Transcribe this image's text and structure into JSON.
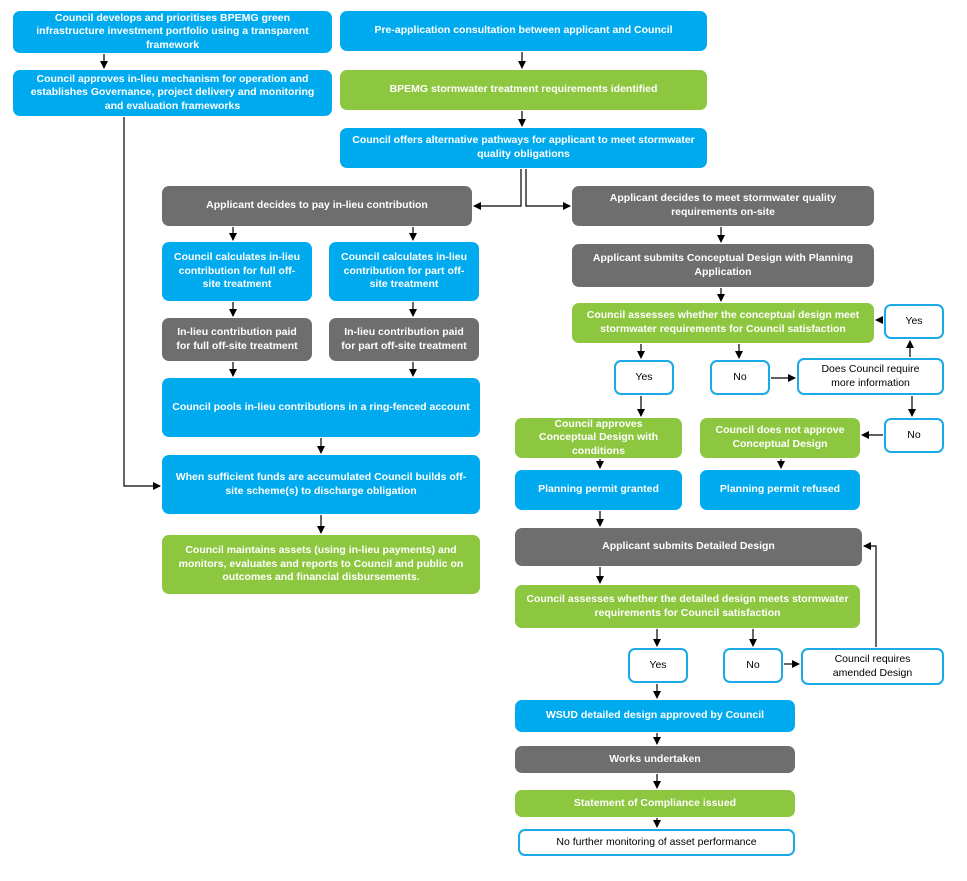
{
  "colors": {
    "blue": "#00aaee",
    "green": "#8dc63f",
    "grey": "#6e6e6e",
    "outline": "#1aaae6",
    "arrow": "#000000"
  },
  "nodes": {
    "portfolio": "Council develops and prioritises BPEMG green infrastructure investment portfolio using a transparent framework",
    "approves_mechanism": "Council approves in-lieu mechanism for operation and establishes Governance, project delivery and monitoring and evaluation frameworks",
    "pre_application": "Pre-application consultation between applicant and Council",
    "requirements_identified": "BPEMG stormwater treatment requirements identified",
    "alternative_pathways": "Council offers alternative pathways for applicant to meet stormwater quality obligations",
    "pay_in_lieu": "Applicant decides to pay in-lieu contribution",
    "meet_on_site": "Applicant decides to meet stormwater quality requirements on-site",
    "calc_full": "Council calculates in-lieu contribution for full off-site treatment",
    "calc_part": "Council calculates in-lieu contribution for part off-site treatment",
    "paid_full": "In-lieu contribution paid for full off-site treatment",
    "paid_part": "In-lieu contribution paid for part off-site treatment",
    "pools": "Council pools in-lieu contributions in a ring-fenced account",
    "builds_scheme": "When sufficient funds are accumulated Council builds off-site scheme(s) to discharge obligation",
    "maintains_assets": "Council maintains assets (using in-lieu payments) and monitors, evaluates and reports to Council and public on outcomes and financial disbursements.",
    "submits_conceptual": "Applicant submits Conceptual Design with Planning Application",
    "assesses_conceptual": "Council assesses whether the conceptual design meet stormwater requirements for Council satisfaction",
    "yes_1": "Yes",
    "no_1": "No",
    "more_info": "Does Council require more information",
    "yes_info": "Yes",
    "no_info": "No",
    "approves_conditions": "Council approves Conceptual Design with conditions",
    "not_approve": "Council does not approve Conceptual Design",
    "permit_granted": "Planning permit granted",
    "permit_refused": "Planning permit refused",
    "submits_detailed": "Applicant submits Detailed Design",
    "assesses_detailed": "Council assesses whether the detailed design meets stormwater requirements for Council satisfaction",
    "yes_2": "Yes",
    "no_2": "No",
    "amended_design": "Council requires amended Design",
    "wsud_approved": "WSUD detailed design approved by Council",
    "works": "Works undertaken",
    "compliance": "Statement of Compliance issued",
    "no_monitoring": "No further monitoring of asset performance"
  }
}
